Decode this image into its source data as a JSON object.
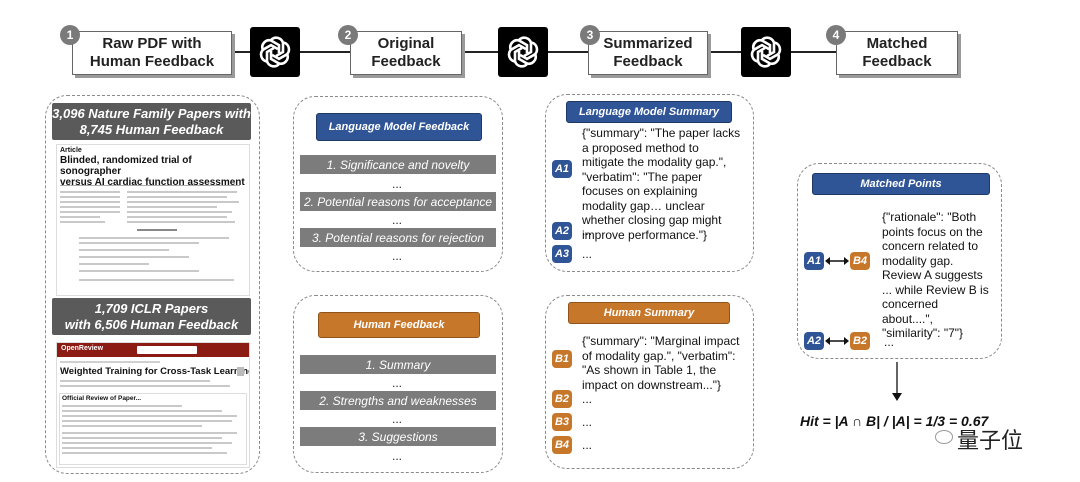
{
  "pipeline": {
    "steps": [
      {
        "num": "1",
        "label_line1": "Raw PDF with",
        "label_line2": "Human Feedback"
      },
      {
        "num": "2",
        "label_line1": "Original",
        "label_line2": "Feedback"
      },
      {
        "num": "3",
        "label_line1": "Summarized",
        "label_line2": "Feedback"
      },
      {
        "num": "4",
        "label_line1": "Matched",
        "label_line2": "Feedback"
      }
    ],
    "logo_icon": "openai-logo-icon"
  },
  "sources": {
    "nature": {
      "line1": "3,096 Nature Family Papers with",
      "line2": "8,745 Human Feedback"
    },
    "nature_doc": {
      "article": "Article",
      "title_line1": "Blinded, randomized trial of sonographer",
      "title_line2": "versus AI cardiac function assessment"
    },
    "iclr": {
      "line1": "1,709 ICLR Papers",
      "line2": "with 6,506 Human Feedback"
    },
    "iclr_doc": {
      "brand": "OpenReview",
      "title": "Weighted Training for Cross-Task Learning",
      "review_heading": "Official Review of Paper..."
    }
  },
  "lm_feedback": {
    "title": "Language Model Feedback",
    "items": [
      "1. Significance and novelty",
      "2. Potential reasons for acceptance",
      "3. Potential reasons for rejection"
    ],
    "ellipsis": "..."
  },
  "human_feedback": {
    "title": "Human Feedback",
    "items": [
      "1. Summary",
      "2. Strengths and weaknesses",
      "3. Suggestions"
    ],
    "ellipsis": "..."
  },
  "lm_summary": {
    "title": "Language Model Summary",
    "a1_text": "{\"summary\": \"The paper lacks a proposed method to mitigate the modality gap.\", \"verbatim\": \"The paper focuses on explaining modality gap… unclear whether closing gap might improve performance.\"}",
    "badges": [
      "A1",
      "A2",
      "A3"
    ],
    "ellipsis": "..."
  },
  "human_summary": {
    "title": "Human Summary",
    "b1_text": "{\"summary\": \"Marginal impact of modality gap.\", \"verbatim\": \"As shown in Table 1, the impact on downstream...\"}",
    "badges": [
      "B1",
      "B2",
      "B3",
      "B4"
    ],
    "ellipsis": "..."
  },
  "matched": {
    "title": "Matched Points",
    "pair1": [
      "A1",
      "B4"
    ],
    "pair2": [
      "A2",
      "B2"
    ],
    "rationale": "{\"rationale\": \"Both points focus on the concern related to modality gap. Review A suggests ... while Review B is concerned about....\", \"similarity\": \"7\"}",
    "ellipsis": "..."
  },
  "formula": "Hit = |A ∩ B| / |A| = 1/3 = 0.67",
  "watermark": "量子位",
  "colors": {
    "blue": "#2f5597",
    "orange": "#c7772a",
    "grey": "#7c7c7c",
    "dark": "#5a5a5a"
  }
}
